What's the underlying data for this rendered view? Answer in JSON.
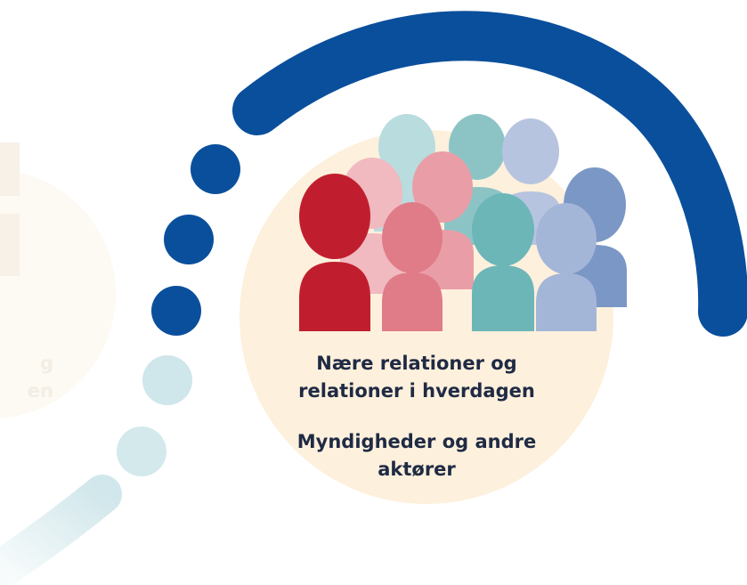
{
  "cards": {
    "left_partial": {
      "line1": "g",
      "line2": "en"
    },
    "center": {
      "group1": "Nære relationer og relationer i hverdagen",
      "group2": "Myndigheder og andre aktører"
    }
  },
  "colors": {
    "arc_blue": "#0a4f9c",
    "dot_light": "#cfe6ea",
    "circle_fill": "#fdf0dc",
    "left_circle_fill": "#fdf9f3",
    "person_red": "#c01e2e",
    "person_pink": "#e07c87",
    "person_light_pink": "#f1b9c0",
    "person_teal": "#6cb6b8",
    "person_light_teal": "#b9dcdf",
    "person_lavender": "#a4b6d8",
    "person_blue": "#7a97c6"
  }
}
